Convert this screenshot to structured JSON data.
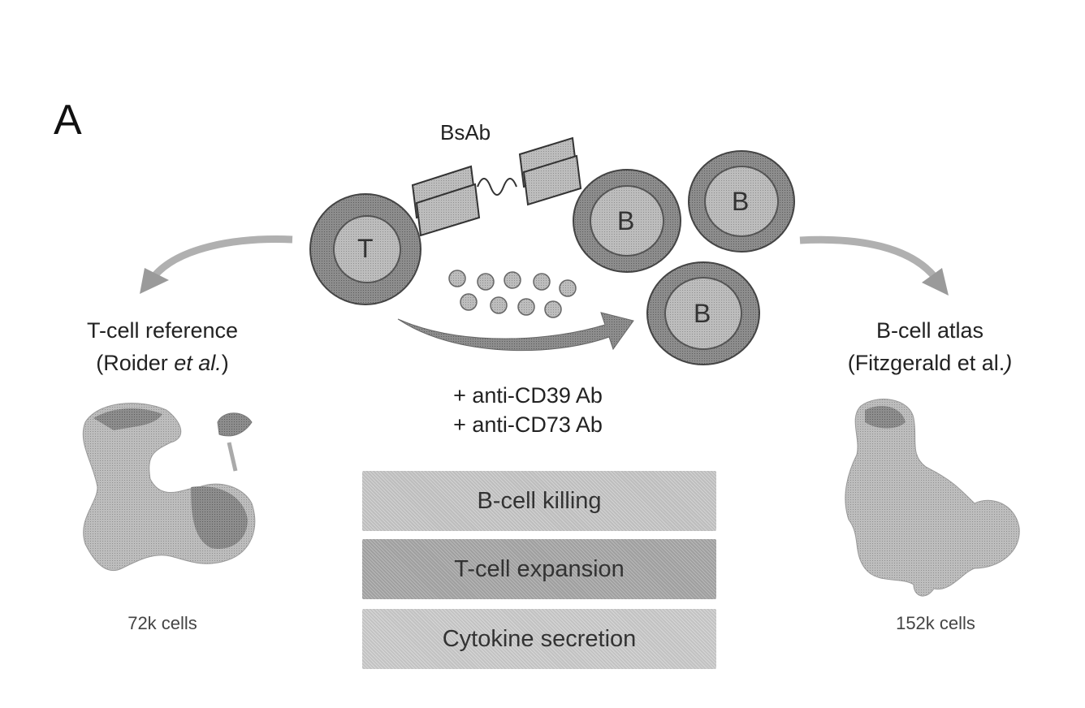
{
  "panel_letter": "A",
  "bsab_label": "BsAb",
  "cells": {
    "t_cell": "T",
    "b_cell_1": "B",
    "b_cell_2": "B",
    "b_cell_3": "B"
  },
  "left": {
    "title_line1": "T-cell reference",
    "title_line2_prefix": "(Roider ",
    "title_line2_italic": "et al.",
    "title_line2_suffix": ")",
    "count": "72k cells"
  },
  "right": {
    "title_line1": "B-cell atlas",
    "title_line2_prefix": "(Fitzgerald et al.",
    "title_line2_suffix": ")",
    "count": "152k cells"
  },
  "treatments": [
    "+ anti-CD39 Ab",
    "+ anti-CD73 Ab"
  ],
  "outcomes": [
    "B-cell killing",
    "T-cell expansion",
    "Cytokine secretion"
  ],
  "colors": {
    "cell_outer": "#8a8a8a",
    "cell_inner": "#b5b5b5",
    "arrow": "#9a9a9a"
  }
}
